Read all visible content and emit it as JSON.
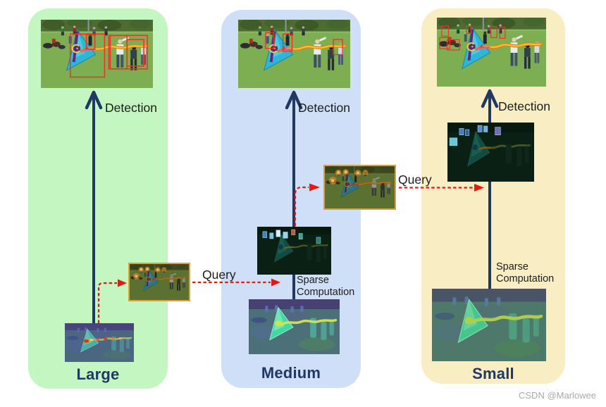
{
  "figure": {
    "watermark": "CSDN @Marlowee"
  },
  "colors": {
    "panel_large": "#c3f6c0",
    "panel_medium": "#cfdff7",
    "panel_small": "#f9edc4",
    "arrow_navy": "#1f3864",
    "arrow_red": "#f01410",
    "query_border": "#d9a13c",
    "bbox_red": "#e8352a",
    "label_navy": "#1f3864",
    "text_dark": "#1c1c1c",
    "watermark_gray": "#a9a9a9"
  },
  "panels": [
    {
      "id": "large",
      "label": "Large",
      "detection_label": "Detection"
    },
    {
      "id": "medium",
      "label": "Medium",
      "detection_label": "Detection",
      "sparse_line1": "Sparse",
      "sparse_line2": "Computation"
    },
    {
      "id": "small",
      "label": "Small",
      "detection_label": "Detection",
      "sparse_line1": "Sparse",
      "sparse_line2": "Computation"
    }
  ],
  "query_arrows": [
    {
      "label": "Query"
    },
    {
      "label": "Query"
    }
  ]
}
